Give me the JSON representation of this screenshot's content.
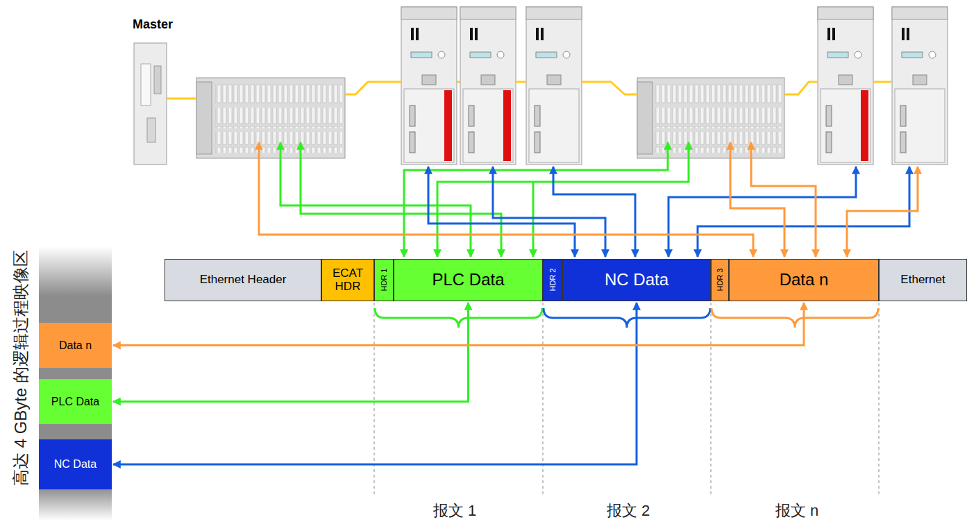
{
  "diagram": {
    "nodes": [
      {
        "text": [
          "Master"
        ]
      },
      {
        "text": [
          "Ethernet Header"
        ]
      },
      {
        "text": [
          "ECAT HDR"
        ]
      },
      {
        "text": [
          "HDR 1"
        ]
      },
      {
        "text": [
          "PLC Data"
        ]
      },
      {
        "text": [
          "HDR 2"
        ]
      },
      {
        "text": [
          "NC Data"
        ]
      },
      {
        "text": [
          "HDR 3"
        ]
      },
      {
        "text": [
          "Data n"
        ]
      },
      {
        "text": [
          "Ethernet"
        ]
      },
      {
        "text": [
          "Data n"
        ]
      },
      {
        "text": [
          "PLC Data"
        ]
      },
      {
        "text": [
          "NC Data"
        ]
      }
    ],
    "edges": [
      {
        "from": 4,
        "to": 11,
        "arrow": "both"
      },
      {
        "from": 6,
        "to": 12,
        "arrow": "both"
      },
      {
        "from": 8,
        "to": 10,
        "arrow": "both"
      }
    ],
    "labels": [
      "高达 4 GByte 的逻辑过程映像区",
      "报文 1",
      "报文 2",
      "报文 n"
    ]
  }
}
